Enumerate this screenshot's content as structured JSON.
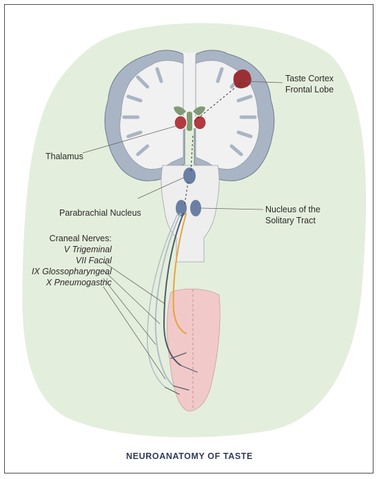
{
  "title": "NEUROANATOMY OF TASTE",
  "labels": {
    "taste_cortex_line1": "Taste Cortex",
    "taste_cortex_line2": "Frontal Lobe",
    "thalamus": "Thalamus",
    "parabrachial": "Parabrachial Nucleus",
    "solitary_line1": "Nucleus of the",
    "solitary_line2": "Solitary Tract",
    "cranial_heading": "Craneal Nerves:",
    "nerves": [
      "V Trigeminal",
      "VII Facial",
      "IX Glossopharyngeal",
      "X Pneumogastric"
    ]
  },
  "colors": {
    "background_blob": "#e4eedc",
    "brain_cortex": "#a9b4c4",
    "brain_white_matter": "#f1f1f1",
    "taste_cortex": "#9a2f35",
    "thalamus_nuclei": "#b33a40",
    "green_structures": "#7f9b74",
    "nuclei_blue": "#6b7fa3",
    "tongue": "#f1c9c9",
    "nerve_dark": "#4e5a66",
    "nerve_light": "#aebfc6",
    "nerve_orange": "#e8a33b",
    "title_color": "#2f3a5c"
  }
}
